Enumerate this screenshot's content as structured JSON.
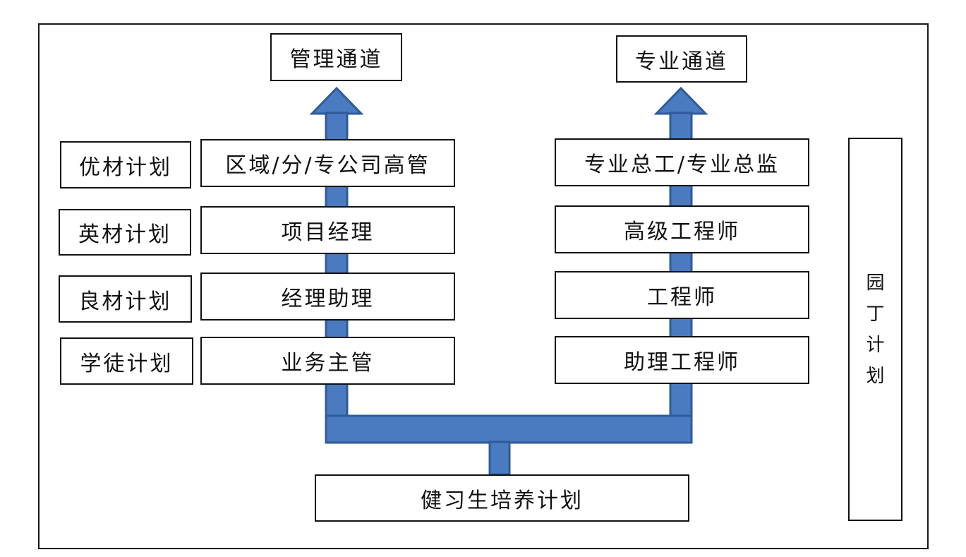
{
  "diagram": {
    "top_left": "管理通道",
    "top_right": "专业通道",
    "bottom": "健习生培养计划",
    "side_vertical": [
      "园",
      "丁",
      "计",
      "划"
    ],
    "plans": [
      {
        "label": "优材计划"
      },
      {
        "label": "英材计划"
      },
      {
        "label": "良材计划"
      },
      {
        "label": "学徒计划"
      }
    ],
    "management_track": [
      {
        "label": "区域/分/专公司高管"
      },
      {
        "label": "项目经理"
      },
      {
        "label": "经理助理"
      },
      {
        "label": "业务主管"
      }
    ],
    "professional_track": [
      {
        "label": "专业总工/专业总监"
      },
      {
        "label": "高级工程师"
      },
      {
        "label": "工程师"
      },
      {
        "label": "助理工程师"
      }
    ]
  },
  "colors": {
    "arrow_fill": "#4a7ac0",
    "arrow_stroke": "#2f5b99",
    "box_border": "#111111"
  }
}
